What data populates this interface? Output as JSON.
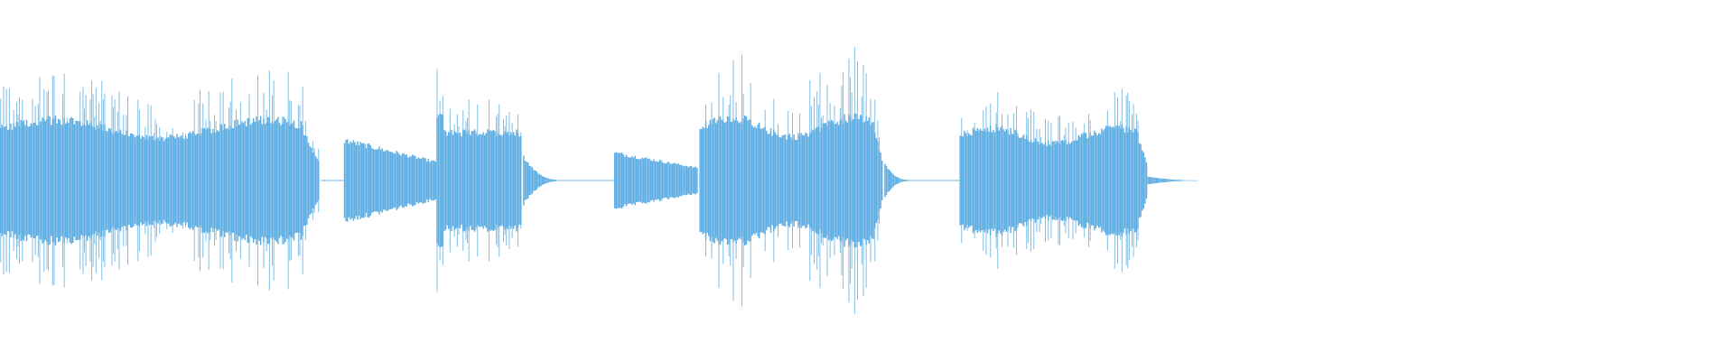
{
  "waveform": {
    "color": "#5dade2",
    "background": "#ffffff",
    "segments": [
      {
        "name": "segment-1",
        "start": 0.0,
        "end": 0.222,
        "style": "spiky-dense",
        "peak": 0.85,
        "body": 0.48
      },
      {
        "name": "segment-2",
        "start": 0.238,
        "end": 0.302,
        "style": "decaying-block",
        "peak": 0.38,
        "body": 0.32
      },
      {
        "name": "segment-3",
        "start": 0.302,
        "end": 0.362,
        "style": "block-with-attack",
        "peak": 0.62,
        "body": 0.38
      },
      {
        "name": "segment-4",
        "start": 0.362,
        "end": 0.385,
        "style": "tail",
        "peak": 0.22,
        "body": 0.18
      },
      {
        "name": "segment-5",
        "start": 0.425,
        "end": 0.484,
        "style": "decaying-block",
        "peak": 0.26,
        "body": 0.22
      },
      {
        "name": "segment-6",
        "start": 0.484,
        "end": 0.612,
        "style": "spiky-dense",
        "peak": 1.0,
        "body": 0.5
      },
      {
        "name": "segment-7",
        "start": 0.612,
        "end": 0.628,
        "style": "tail",
        "peak": 0.2,
        "body": 0.12
      },
      {
        "name": "segment-8",
        "start": 0.664,
        "end": 0.794,
        "style": "spiky-dense",
        "peak": 0.68,
        "body": 0.42
      },
      {
        "name": "segment-9",
        "start": 0.794,
        "end": 0.83,
        "style": "tail",
        "peak": 0.05,
        "body": 0.03
      }
    ],
    "baseline_ranges": [
      [
        0.222,
        0.238
      ],
      [
        0.385,
        0.425
      ],
      [
        0.628,
        0.664
      ]
    ]
  }
}
